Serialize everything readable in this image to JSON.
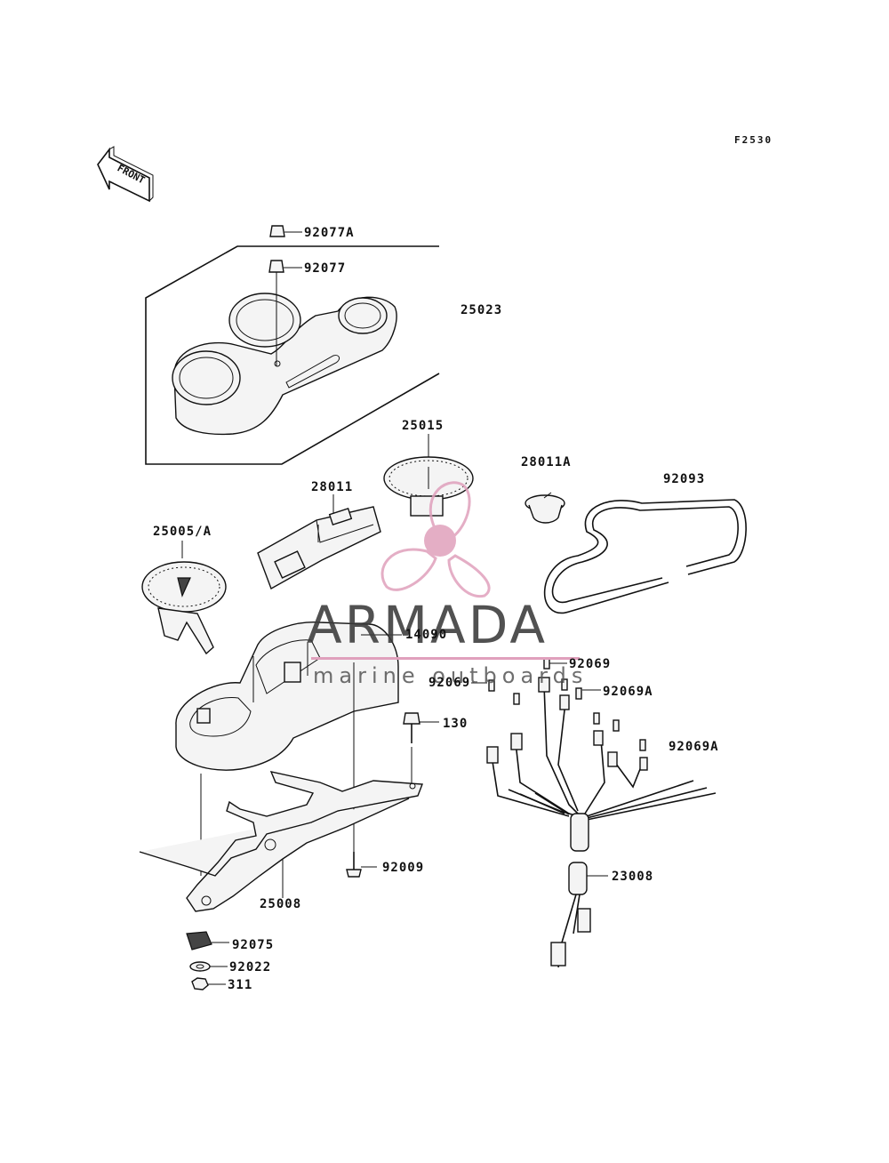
{
  "figure_code": "F2530",
  "front_label": "FRONT",
  "watermark": {
    "title": "ARMADA",
    "subtitle": "marine outboards",
    "accent": "#e0a0bc"
  },
  "parts": {
    "p92077A": "92077A",
    "p92077": "92077",
    "p25023": "25023",
    "p25015": "25015",
    "p28011A": "28011A",
    "p92093": "92093",
    "p28011": "28011",
    "p25005A": "25005/A",
    "p14090": "14090",
    "p92069_a": "92069",
    "p92069_b": "92069",
    "p92069A_a": "92069A",
    "p92069A_b": "92069A",
    "p130": "130",
    "p92009": "92009",
    "p25008": "25008",
    "p23008": "23008",
    "p92075": "92075",
    "p92022": "92022",
    "p311": "311"
  }
}
